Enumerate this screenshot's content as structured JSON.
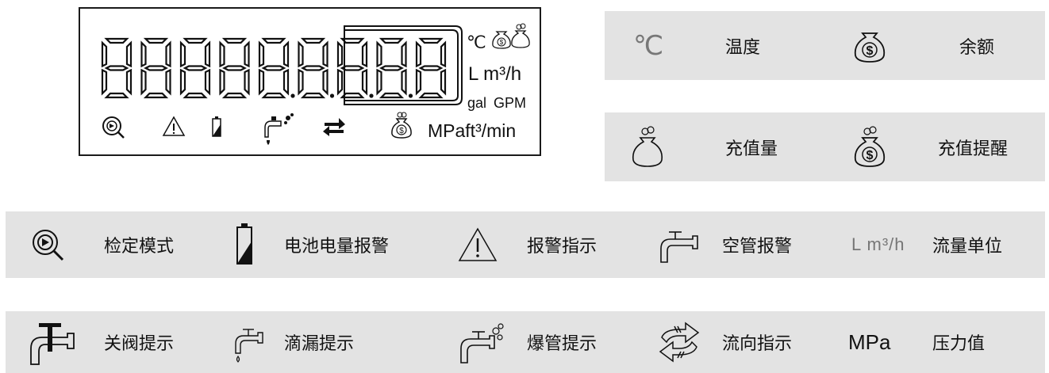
{
  "lcd": {
    "digits": "888888888",
    "unit_celsius": "℃",
    "unit_lm": "L m³/h",
    "unit_gal": "gal",
    "unit_gpm": "GPM",
    "unit_bottom": "MPaft³/min"
  },
  "legend_top": [
    {
      "icon": "celsius-icon",
      "glyph": "℃",
      "label": "温度"
    },
    {
      "icon": "money-bag-icon",
      "label": "余额"
    },
    {
      "icon": "empty-bag-icon",
      "label": "充值量"
    },
    {
      "icon": "money-bag-coins-icon",
      "label": "充值提醒"
    }
  ],
  "legend_row1": [
    {
      "icon": "magnifier-icon",
      "label": "检定模式"
    },
    {
      "icon": "battery-icon",
      "label": "电池电量报警"
    },
    {
      "icon": "warning-icon",
      "label": "报警指示"
    },
    {
      "icon": "faucet-icon",
      "label": "空管报警"
    },
    {
      "icon": "flow-unit-icon",
      "glyph": "L m³/h",
      "label": "流量单位"
    }
  ],
  "legend_row2": [
    {
      "icon": "valve-faucet-icon",
      "label": "关阀提示"
    },
    {
      "icon": "drip-faucet-icon",
      "label": "滴漏提示"
    },
    {
      "icon": "burst-faucet-icon",
      "label": "爆管提示"
    },
    {
      "icon": "flow-direction-icon",
      "label": "流向指示"
    },
    {
      "icon": "pressure-unit-icon",
      "glyph": "MPa",
      "label": "压力值"
    }
  ]
}
